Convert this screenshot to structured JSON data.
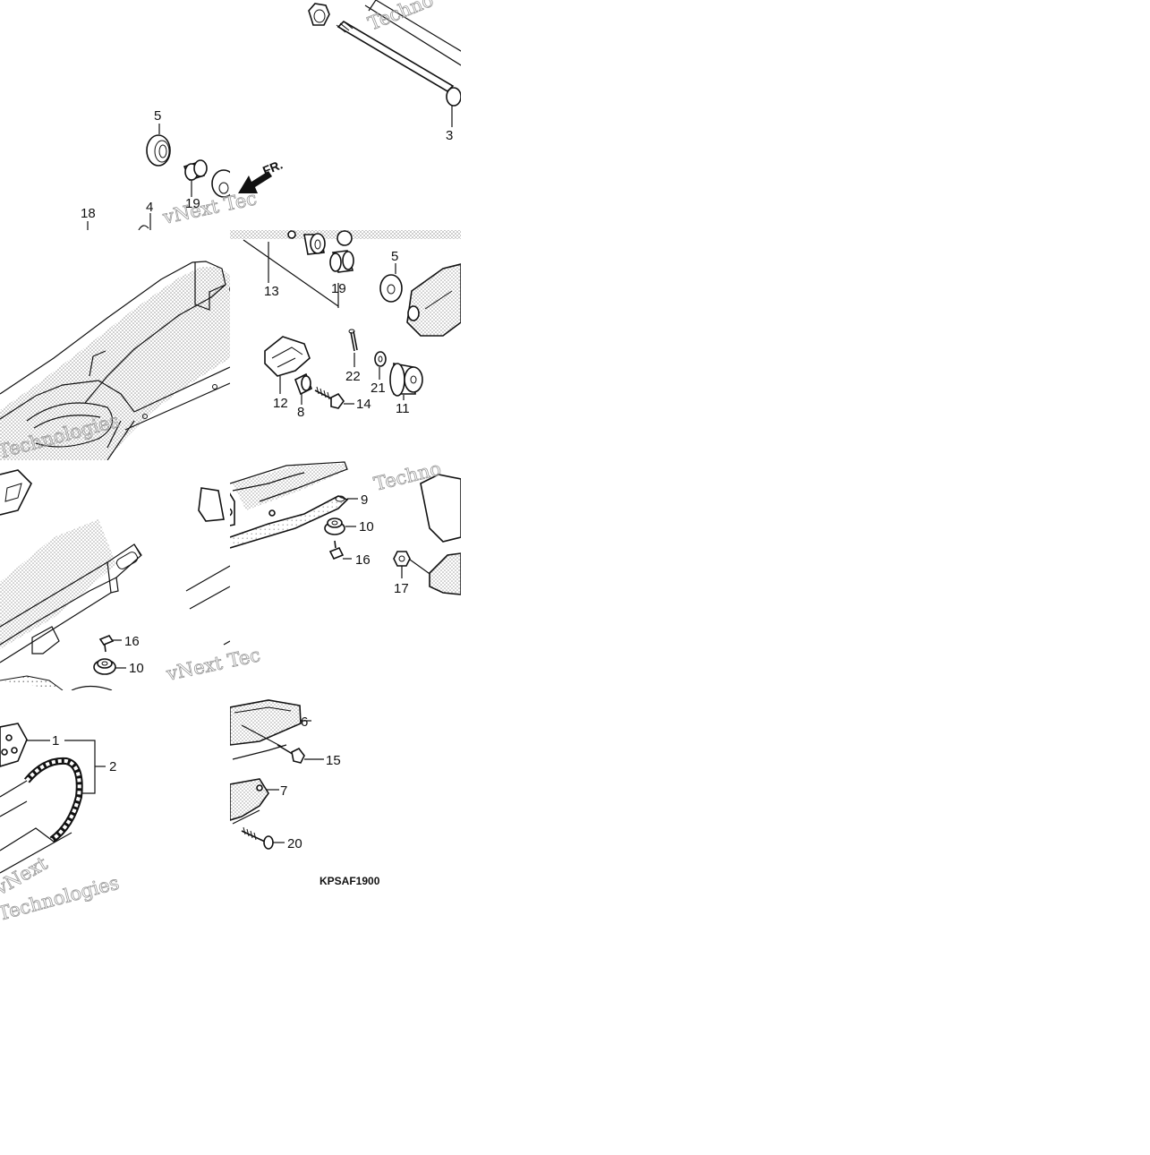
{
  "diagram": {
    "drawing_code": "KPSAF1900",
    "direction_label": "FR.",
    "watermark_text": [
      "vNext",
      "Technologies",
      "Techno",
      "vNext Tec",
      "Tec"
    ],
    "callouts": [
      "1",
      "2",
      "3",
      "4",
      "5",
      "6",
      "7",
      "8",
      "9",
      "10",
      "11",
      "12",
      "13",
      "14",
      "15",
      "16",
      "17",
      "18",
      "19",
      "20",
      "21",
      "22"
    ],
    "colors": {
      "line": "#111111",
      "stipple": "#444444",
      "watermark": "#9a9a9a",
      "background": "#ffffff"
    }
  }
}
